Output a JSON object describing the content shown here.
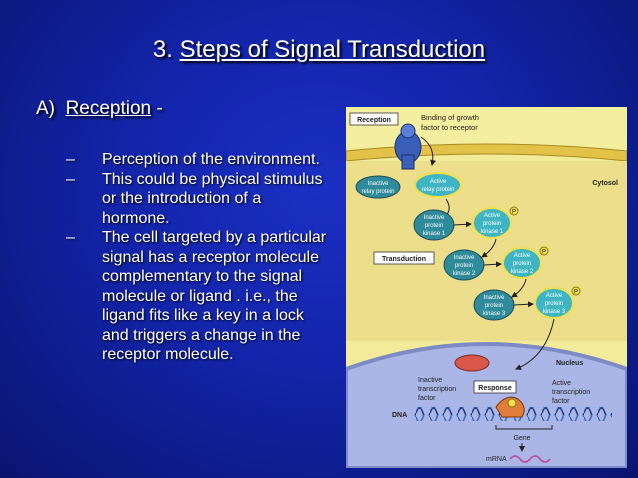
{
  "slide": {
    "title_number": "3.",
    "title_text": "Steps of Signal Transduction",
    "section_letter": "A)",
    "section_title": "Reception",
    "section_suffix": " -",
    "bullets": [
      {
        "dash": "–",
        "text": "Perception of the environment."
      },
      {
        "dash": "–",
        "text": "This could be physical stimulus or the introduction of a hormone."
      },
      {
        "dash": "–",
        "text": "The cell targeted by a particular signal has a receptor molecule complementary to the signal molecule or ligand . i.e., the ligand fits like a key in a lock and triggers a change in the receptor molecule."
      }
    ]
  },
  "diagram": {
    "reception_label": "Reception",
    "binding_label_1": "Binding of growth",
    "binding_label_2": "factor to receptor",
    "cytosol_label": "Cytosol",
    "inactive_relay_1": "Inactive",
    "inactive_relay_2": "relay protein",
    "active_relay_1": "Active",
    "active_relay_2": "relay protein",
    "kinase_inactive": [
      "Inactive",
      "protein"
    ],
    "kinase_active": [
      "Active",
      "protein"
    ],
    "kinase_names": [
      "kinase 1",
      "kinase 2",
      "kinase 3"
    ],
    "transduction_label": "Transduction",
    "p_label": "P",
    "nucleus_label": "Nucleus",
    "inactive_tf": [
      "Inactive",
      "transcription",
      "factor"
    ],
    "active_tf": [
      "Active",
      "transcription",
      "factor"
    ],
    "response_label": "Response",
    "dna_label": "DNA",
    "gene_label": "Gene",
    "mrna_label": "mRNA"
  },
  "colors": {
    "background": "#1224a8",
    "diagram_bg": "#f1eb9a",
    "membrane": "#e8c84a",
    "nucleus": "#a9b6e6",
    "protein_inactive": "#2f8a9a",
    "protein_active": "#3fb5c4",
    "active_outline": "#f2e04a"
  }
}
